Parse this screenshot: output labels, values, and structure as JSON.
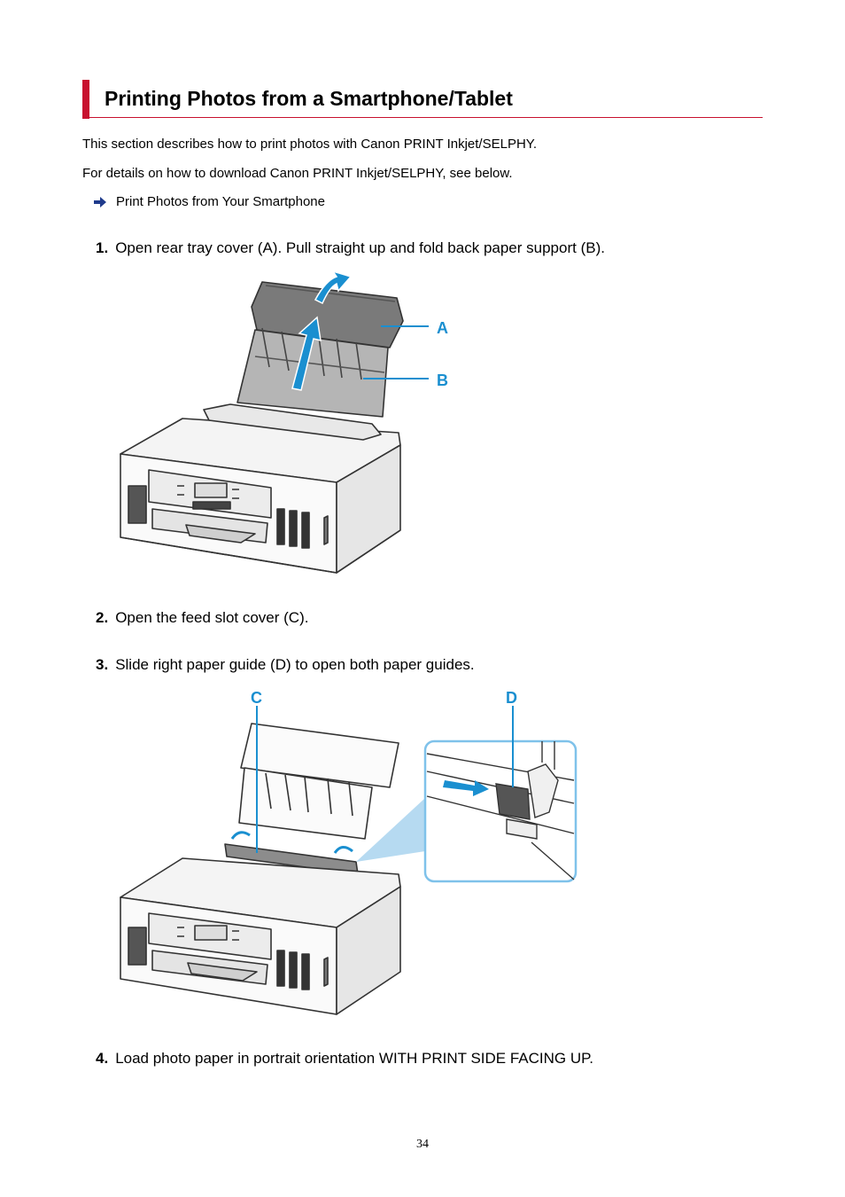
{
  "section": {
    "title": "Printing Photos from a Smartphone/Tablet",
    "intro": "This section describes how to print photos with Canon PRINT Inkjet/SELPHY.",
    "details": "For details on how to download Canon PRINT Inkjet/SELPHY, see below.",
    "link_label": "Print Photos from Your Smartphone",
    "link_icon": "arrow-right-icon"
  },
  "steps": [
    {
      "num": "1.",
      "text": "Open rear tray cover (A). Pull straight up and fold back paper support (B)."
    },
    {
      "num": "2.",
      "text": "Open the feed slot cover (C)."
    },
    {
      "num": "3.",
      "text": "Slide right paper guide (D) to open both paper guides."
    },
    {
      "num": "4.",
      "text": "Load photo paper in portrait orientation WITH PRINT SIDE FACING UP."
    }
  ],
  "figure1": {
    "callouts": [
      "A",
      "B"
    ]
  },
  "figure2": {
    "callouts": [
      "C",
      "D"
    ]
  },
  "page_number": "34",
  "colors": {
    "accent": "#c8102e",
    "callout": "#1a8fd0"
  }
}
